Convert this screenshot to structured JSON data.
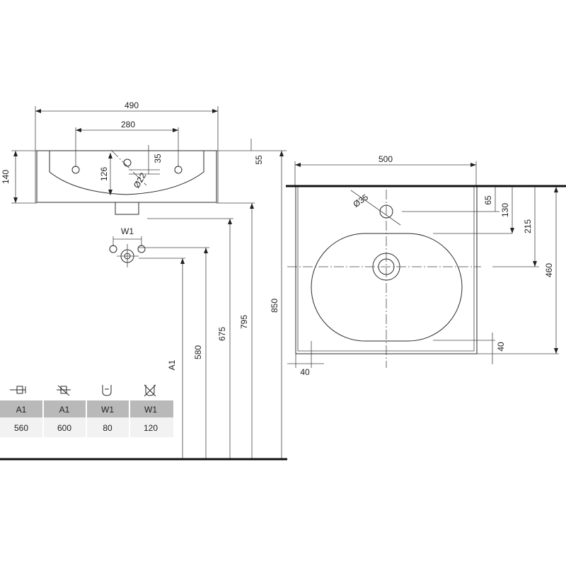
{
  "dimensions": {
    "front_width": "490",
    "tap_spacing": "280",
    "basin_height": "140",
    "bowl_depth": "126",
    "tap_offset": "35",
    "tap_hole": "Ø22",
    "rim_thickness": "55",
    "waste_height": "675",
    "top_height": "795",
    "total_height": "850",
    "trap_height": "580",
    "supply_height": "A1",
    "supply_spacing": "W1",
    "plan_width": "500",
    "plan_tap_hole": "Ø35",
    "plan_d_65": "65",
    "plan_d_130": "130",
    "plan_d_215": "215",
    "plan_depth": "460",
    "plan_d_40_right": "40",
    "plan_d_40_bottom": "40"
  },
  "table": {
    "headers": [
      "A1",
      "A1",
      "W1",
      "W1"
    ],
    "values": [
      "560",
      "600",
      "80",
      "120"
    ],
    "icons": [
      "wall-tap-icon",
      "wall-tap-crossed-icon",
      "trap-icon",
      "trap-crossed-icon"
    ]
  }
}
